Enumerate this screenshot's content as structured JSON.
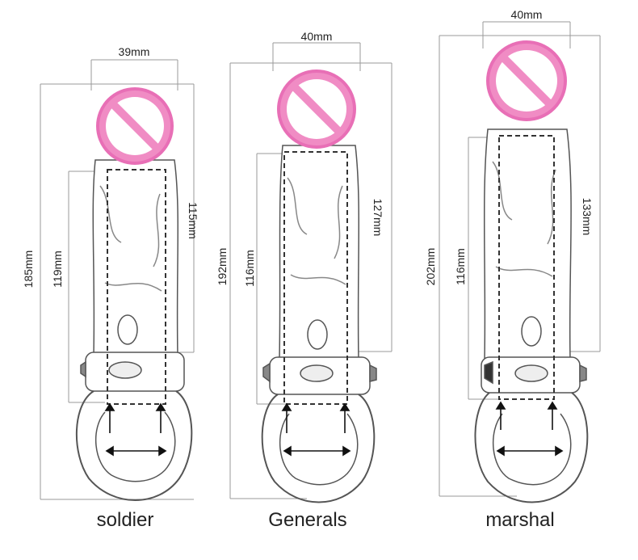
{
  "products": [
    {
      "name": "soldier",
      "width_label": "39mm",
      "total_length_label": "185mm",
      "inner_length_label": "119mm",
      "shaft_length_label": "115mm"
    },
    {
      "name": "Generals",
      "width_label": "40mm",
      "total_length_label": "192mm",
      "inner_length_label": "116mm",
      "shaft_length_label": "127mm"
    },
    {
      "name": "marshal",
      "width_label": "40mm",
      "total_length_label": "202mm",
      "inner_length_label": "116mm",
      "shaft_length_label": "133mm"
    }
  ],
  "colors": {
    "censor_fill": "#f08cc4",
    "censor_ring": "#e86fb6",
    "line": "#555555",
    "dim_line": "#9a9a9a",
    "text": "#222222"
  }
}
